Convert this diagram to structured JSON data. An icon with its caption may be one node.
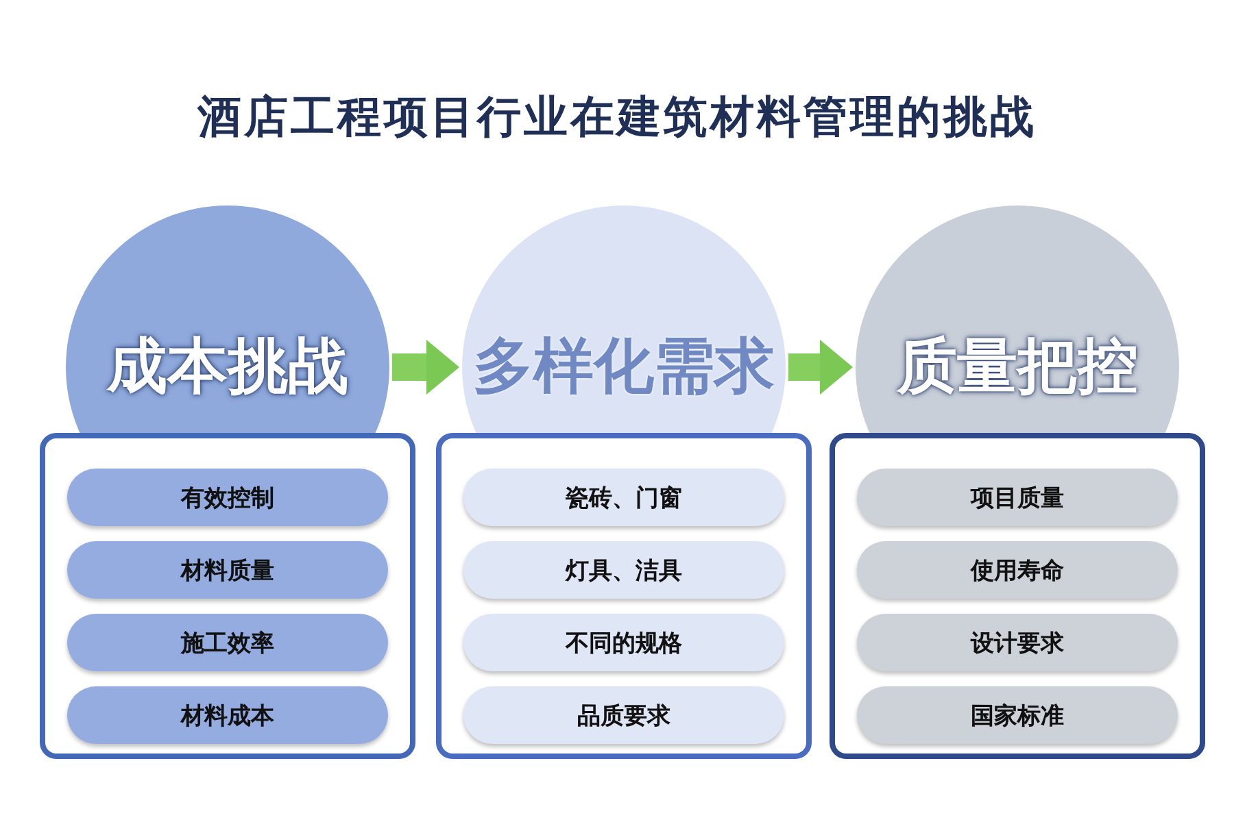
{
  "diagram": {
    "title": "酒店工程项目行业在建筑材料管理的挑战",
    "nodes": [
      {
        "text": [
          "成本挑战"
        ]
      },
      {
        "text": [],
        "shape": "box"
      },
      {
        "text": [
          "有效控制"
        ],
        "in": 1
      },
      {
        "text": [
          "材料质量"
        ],
        "in": 1
      },
      {
        "text": [
          "施工效率"
        ],
        "in": 1
      },
      {
        "text": [
          "材料成本"
        ],
        "in": 1
      },
      {
        "text": [
          "多样化需求"
        ]
      },
      {
        "text": [],
        "shape": "box"
      },
      {
        "text": [
          "瓷砖、门窗"
        ],
        "in": 7
      },
      {
        "text": [
          "灯具、洁具"
        ],
        "in": 7
      },
      {
        "text": [
          "不同的规格"
        ],
        "in": 7
      },
      {
        "text": [
          "品质要求"
        ],
        "in": 7
      },
      {
        "text": [
          "质量把控"
        ]
      },
      {
        "text": [],
        "shape": "box"
      },
      {
        "text": [
          "项目质量"
        ],
        "in": 13
      },
      {
        "text": [
          "使用寿命"
        ],
        "in": 13
      },
      {
        "text": [
          "设计要求"
        ],
        "in": 13
      },
      {
        "text": [
          "国家标准"
        ],
        "in": 13
      }
    ],
    "edges": [
      {
        "from": 0,
        "to": 6,
        "arrow": "to"
      },
      {
        "from": 6,
        "to": 12,
        "arrow": "to"
      }
    ]
  }
}
